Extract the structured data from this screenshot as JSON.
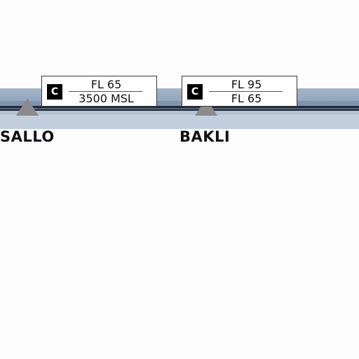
{
  "route": {
    "colors": {
      "band_top": "#a4b4c8",
      "band_dark_line": "#1f2a38",
      "band_bottom": "#c3cfdc",
      "fix_marker": "#8b8b8b"
    }
  },
  "fixes": [
    {
      "name": "SALLO",
      "icon": "triangle-fix-icon"
    },
    {
      "name": "BAKLI",
      "icon": "triangle-fix-icon"
    }
  ],
  "altitude_boxes": [
    {
      "class": "C",
      "upper": "FL 65",
      "lower": "3500 MSL"
    },
    {
      "class": "C",
      "upper": "FL 95",
      "lower": "FL 65"
    }
  ]
}
